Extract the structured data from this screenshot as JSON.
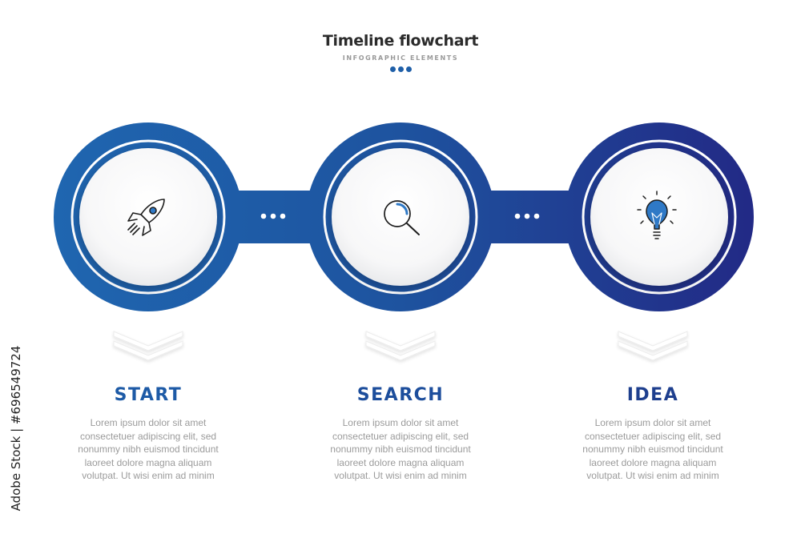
{
  "header": {
    "title": "Timeline flowchart",
    "subtitle": "INFOGRAPHIC ELEMENTS"
  },
  "steps": [
    {
      "title": "START",
      "icon": "rocket-icon",
      "title_color": "#1d5aa6",
      "ring_color": "#1f63ad",
      "body": [
        "Lorem ipsum dolor sit amet",
        "consectetuer adipiscing elit, sed",
        "nonummy nibh euismod tincidunt",
        "laoreet dolore magna aliquam",
        "volutpat. Ut wisi enim ad minim"
      ]
    },
    {
      "title": "SEARCH",
      "icon": "magnifier-icon",
      "title_color": "#1d4e9c",
      "ring_color": "#1f4f9e",
      "body": [
        "Lorem ipsum dolor sit amet",
        "consectetuer adipiscing elit, sed",
        "nonummy nibh euismod tincidunt",
        "laoreet dolore magna aliquam",
        "volutpat. Ut wisi enim ad minim"
      ]
    },
    {
      "title": "IDEA",
      "icon": "lightbulb-icon",
      "title_color": "#1e3f8e",
      "ring_color": "#22338a",
      "body": [
        "Lorem ipsum dolor sit amet",
        "consectetuer adipiscing elit, sed",
        "nonummy nibh euismod tincidunt",
        "laoreet dolore magna aliquam",
        "volutpat. Ut wisi enim ad minim"
      ]
    }
  ],
  "watermark": {
    "stock_id": "Adobe Stock | #696549724"
  },
  "colors": {
    "accent_start": "#1f66b0",
    "accent_end": "#222a86",
    "icon_blue": "#2f79c6"
  }
}
